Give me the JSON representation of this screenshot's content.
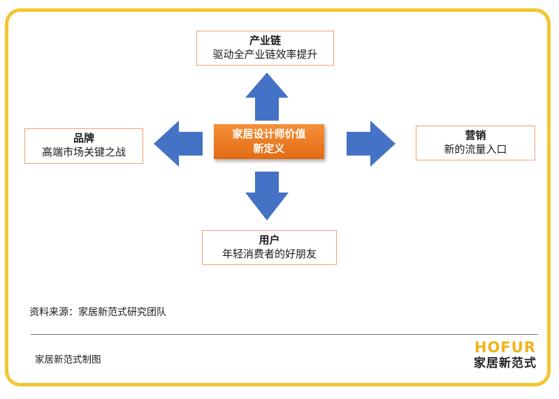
{
  "center": {
    "line1": "家居设计师价值",
    "line2": "新定义"
  },
  "nodes": {
    "top": {
      "title": "产业链",
      "subtitle": "驱动全产业链效率提升"
    },
    "left": {
      "title": "品牌",
      "subtitle": "高端市场关键之战"
    },
    "right": {
      "title": "营销",
      "subtitle": "新的流量入口"
    },
    "bottom": {
      "title": "用户",
      "subtitle": "年轻消费者的好朋友"
    }
  },
  "source": "资料来源：家居新范式研究团队",
  "credit": "家居新范式制图",
  "logo": {
    "en": "HOFUR",
    "zh": "家居新范式"
  },
  "colors": {
    "arrow": "#4472c4",
    "center": "#ed7d31",
    "border": "#f2c531",
    "box_border": "#f0a072",
    "logo": "#f1b31c"
  }
}
